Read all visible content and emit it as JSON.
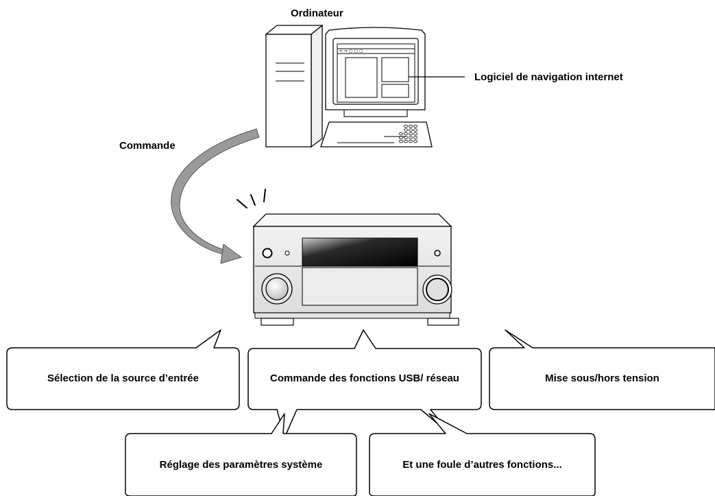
{
  "labels": {
    "computer": "Ordinateur",
    "browser": "Logiciel de navigation internet",
    "control": "Commande"
  },
  "bubbles": {
    "input_selection": "Sélection de la source d’entrée",
    "usb_network": "Commande des fonctions USB/ réseau",
    "power": "Mise sous/hors tension",
    "system_params": "Réglage des paramètres système",
    "other_functions": "Et une foule d’autres fonctions..."
  },
  "browser_toolbar_text": "⇐ ⇒   ▢ ▢ ▢"
}
